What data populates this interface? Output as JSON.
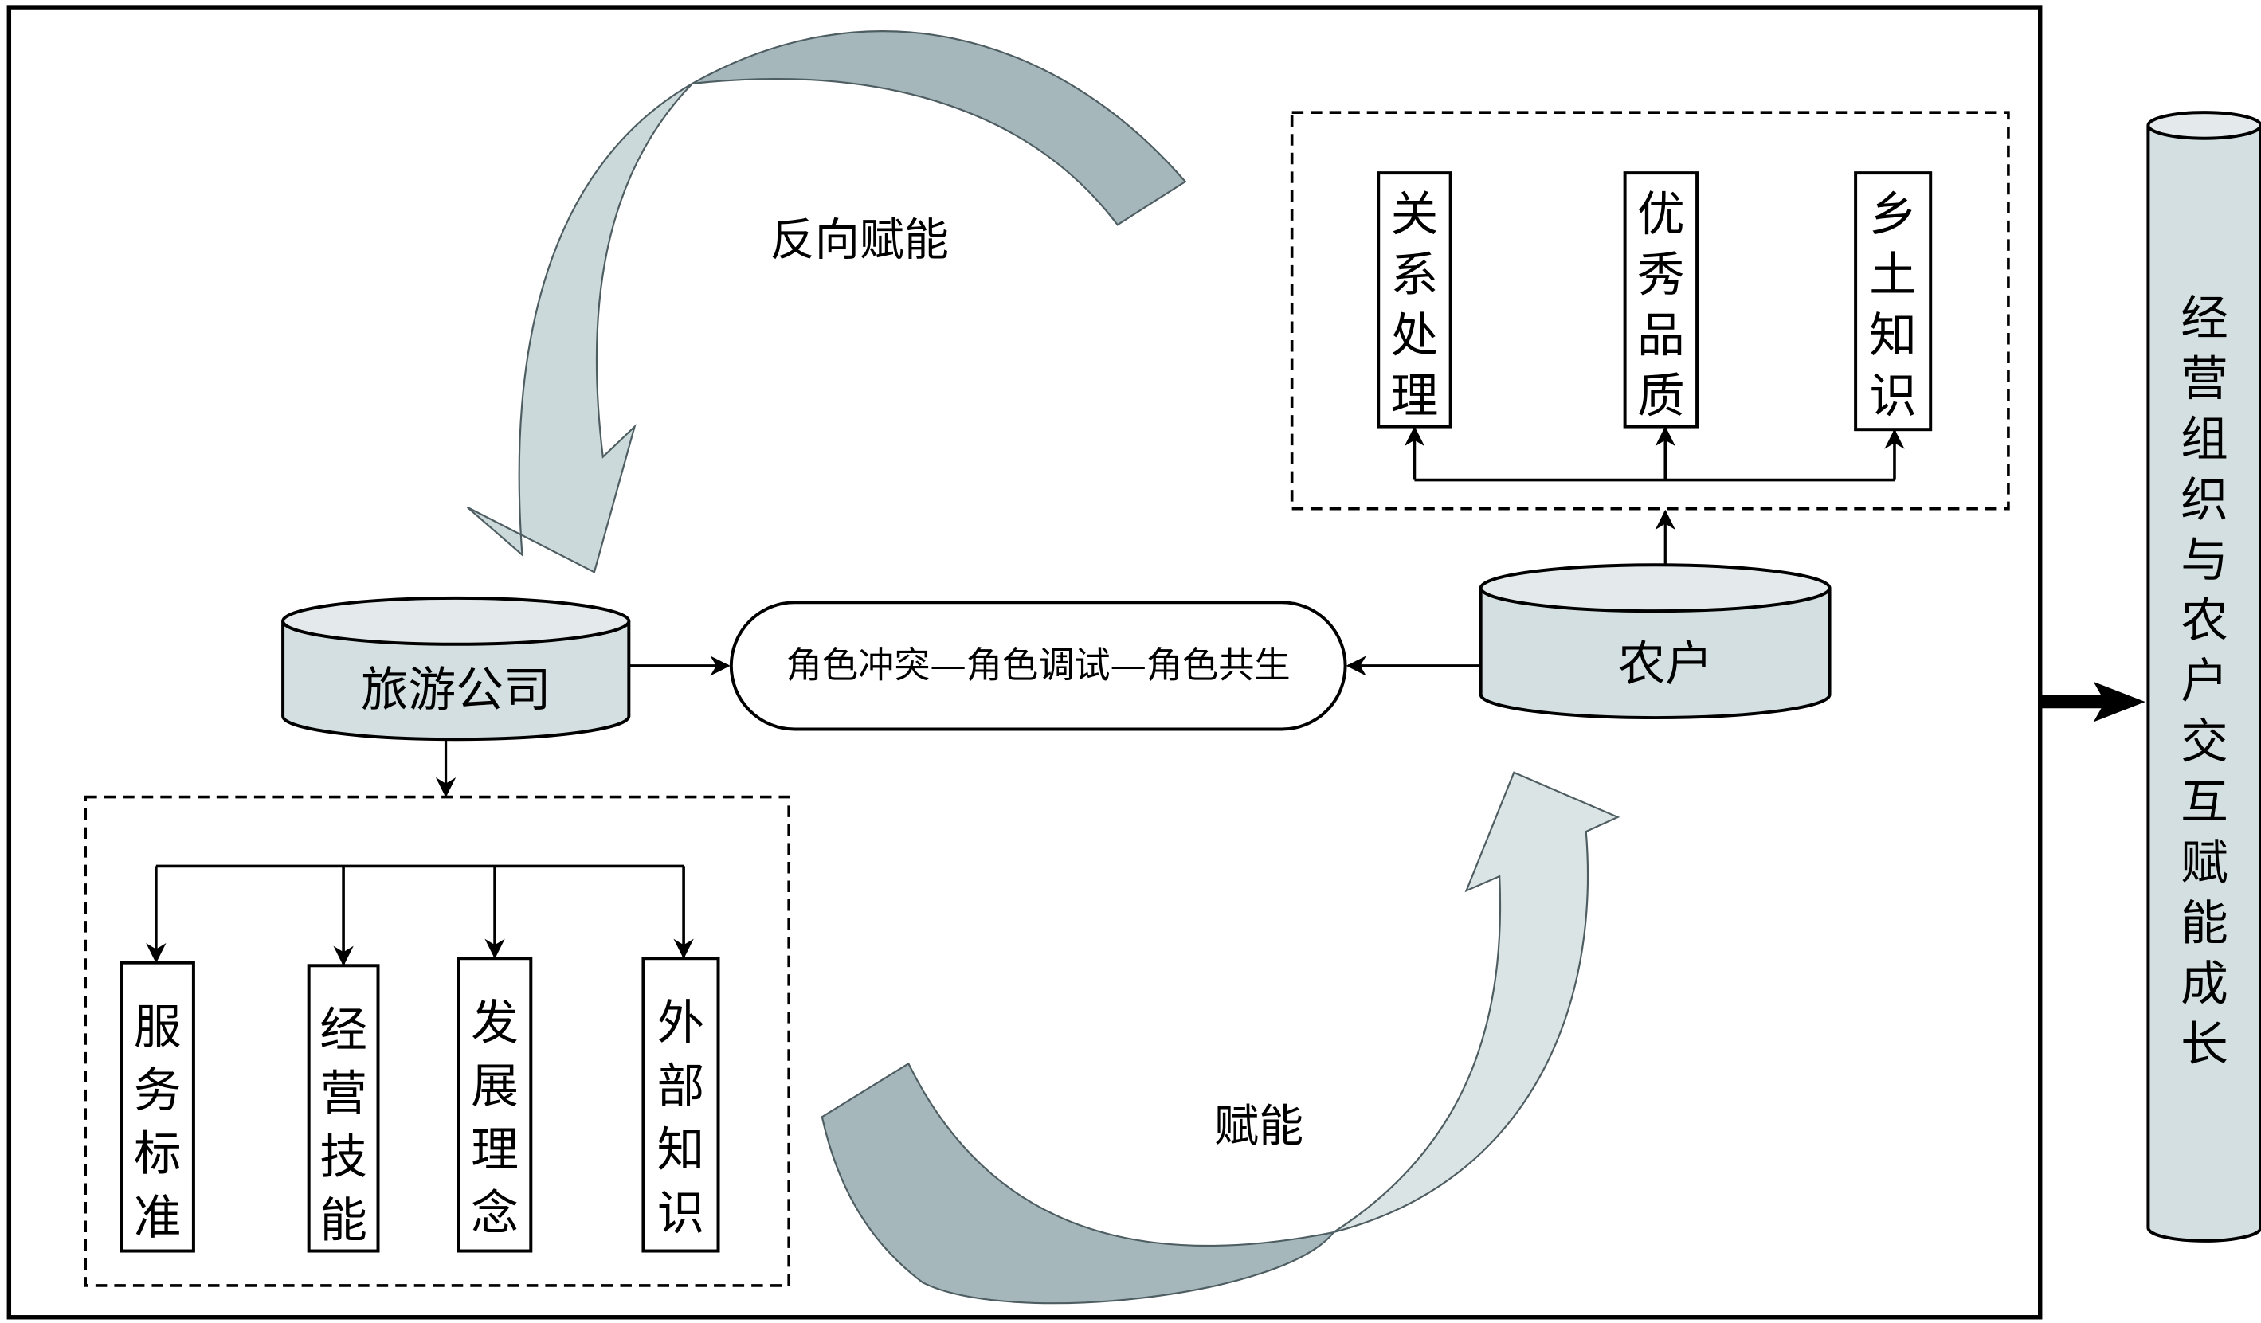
{
  "diagram": {
    "colors": {
      "cylinder_body": "#d3dfe0",
      "cylinder_top": "#e4eaeb",
      "arrow_dark": "#a6b7bb",
      "arrow_light": "#d4dfe1",
      "stroke": "#000000"
    },
    "nodes": {
      "tourism_company": "旅游公司",
      "farmer": "农户",
      "role_process": "角色冲突—角色调试—角色共生",
      "outcome": "经营组织与农户交互赋能成长"
    },
    "company_outputs": {
      "items": [
        "服务标准",
        "经营技能",
        "发展理念",
        "外部知识"
      ]
    },
    "farmer_outputs": {
      "items": [
        "关系处理",
        "优秀品质",
        "乡土知识"
      ]
    },
    "flows": {
      "reverse_empowerment": "反向赋能",
      "empowerment": "赋能"
    }
  }
}
